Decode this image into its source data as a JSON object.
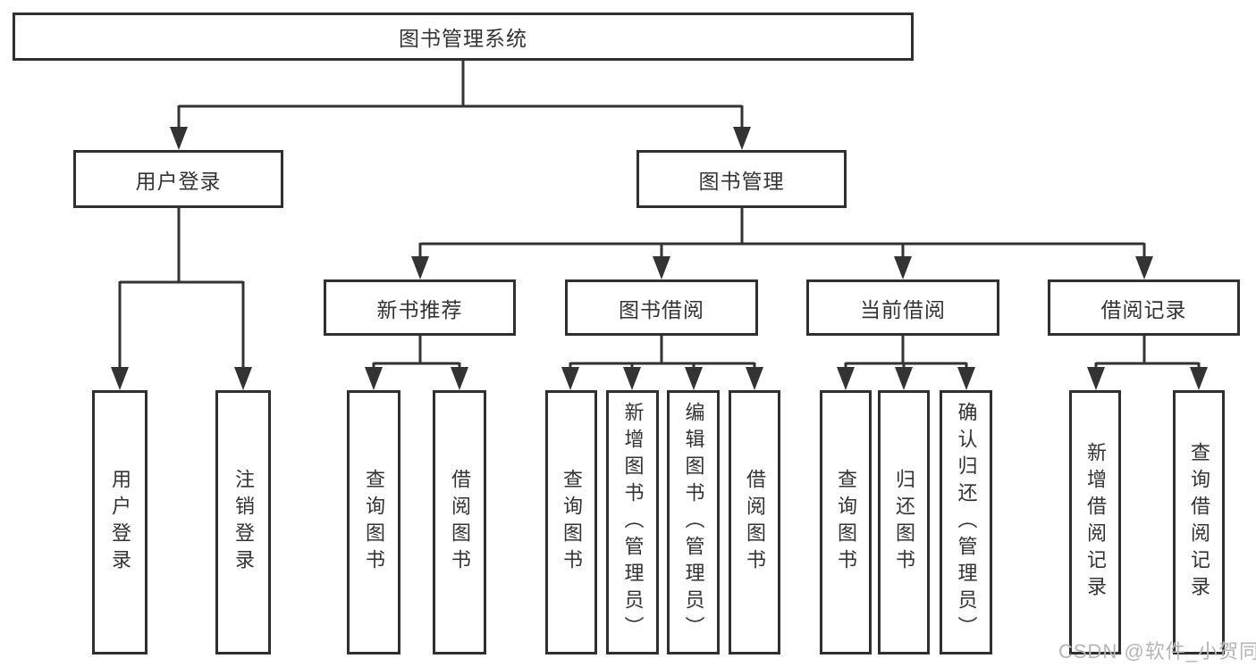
{
  "tree": {
    "label": "图书管理系统",
    "children": [
      {
        "label": "用户登录",
        "children": [
          {
            "label": "用户登录"
          },
          {
            "label": "注销登录"
          }
        ]
      },
      {
        "label": "图书管理",
        "children": [
          {
            "label": "新书推荐",
            "children": [
              {
                "label": "查询图书"
              },
              {
                "label": "借阅图书"
              }
            ]
          },
          {
            "label": "图书借阅",
            "children": [
              {
                "label": "查询图书"
              },
              {
                "label": "新增图书（管理员）"
              },
              {
                "label": "编辑图书（管理员）"
              },
              {
                "label": "借阅图书"
              }
            ]
          },
          {
            "label": "当前借阅",
            "children": [
              {
                "label": "查询图书"
              },
              {
                "label": "归还图书"
              },
              {
                "label": "确认归还（管理员）"
              }
            ]
          },
          {
            "label": "借阅记录",
            "children": [
              {
                "label": "新增借阅记录"
              },
              {
                "label": "查询借阅记录"
              }
            ]
          }
        ]
      }
    ]
  },
  "watermark": {
    "text": "CSDN @软件_小贺同学"
  },
  "colors": {
    "line": "#333333",
    "box_border": "#303030",
    "text": "#333333",
    "watermark": "#b5b5b5",
    "background": "#ffffff"
  }
}
